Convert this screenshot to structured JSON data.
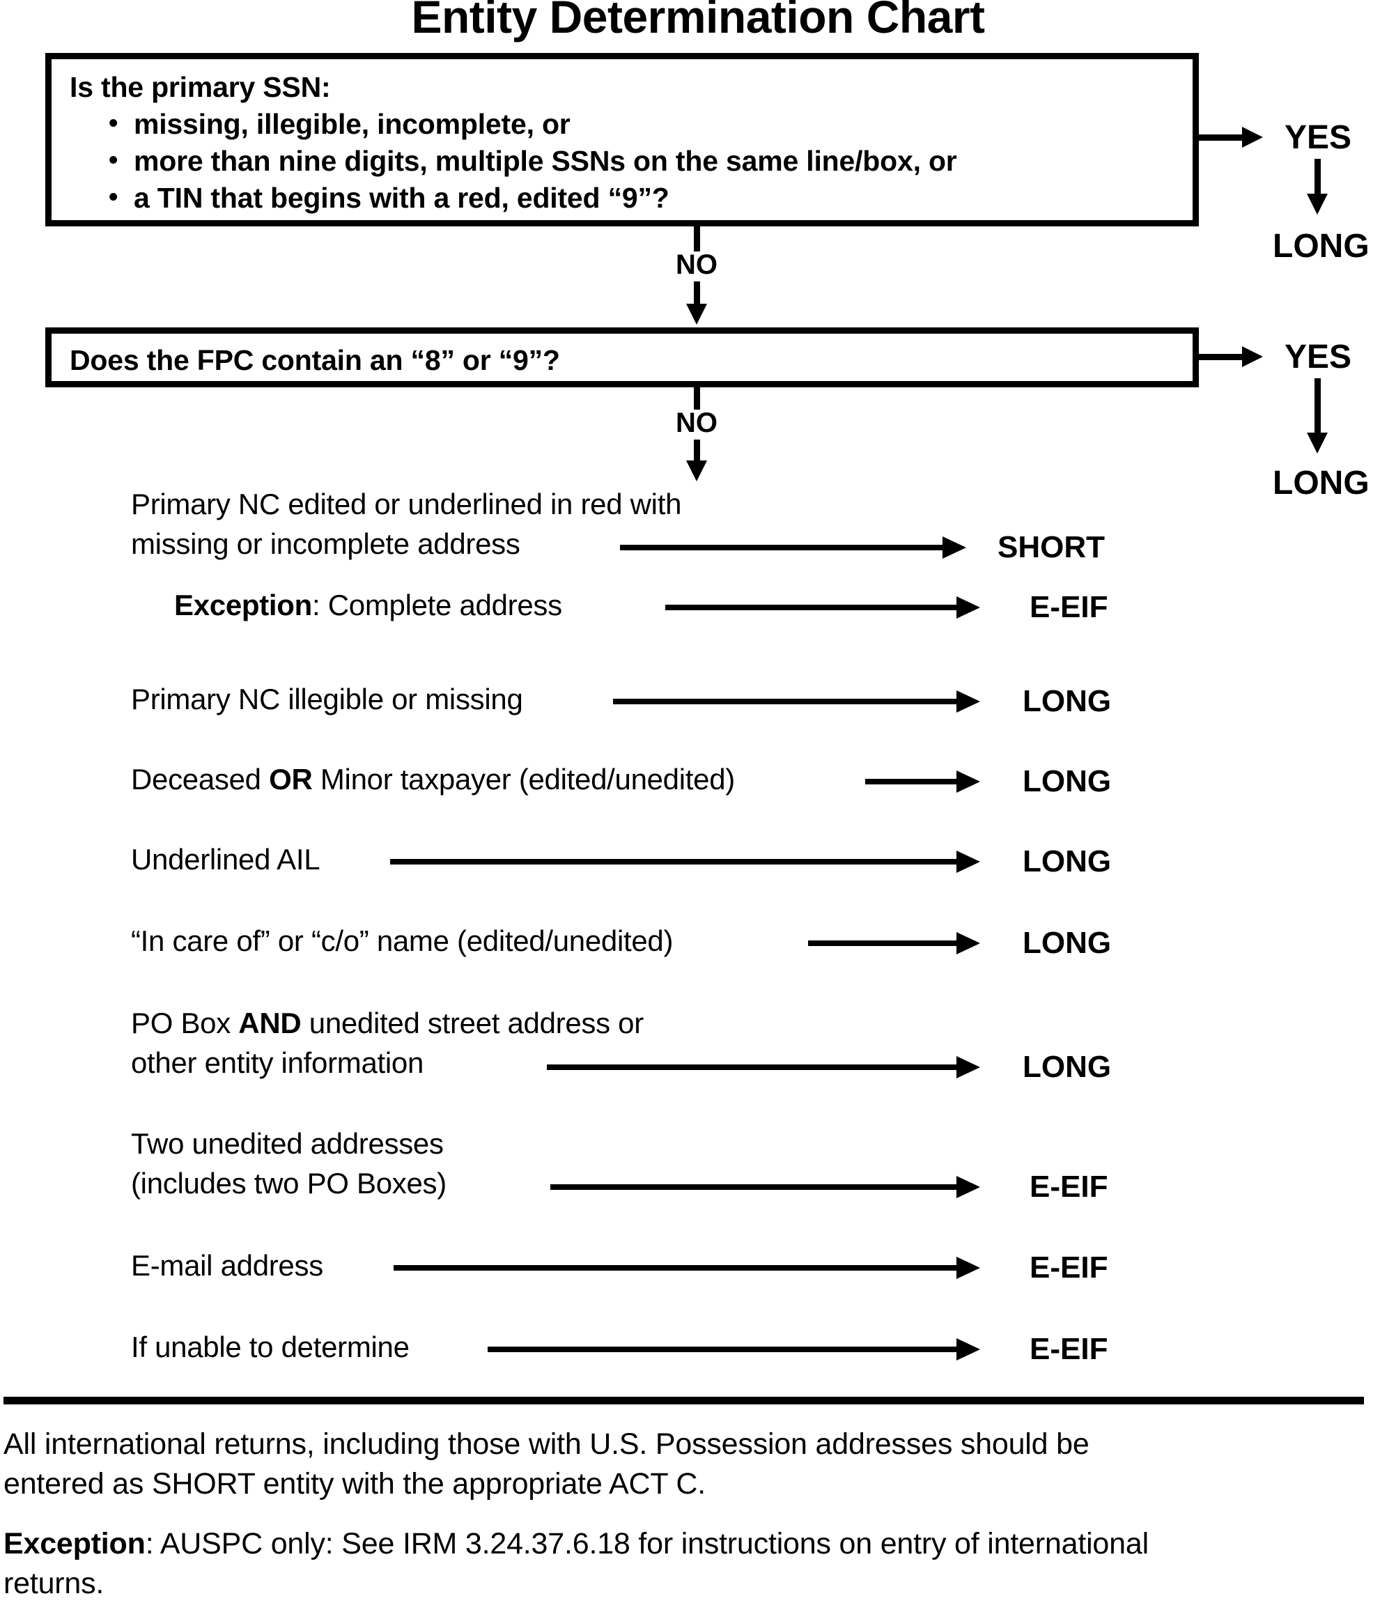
{
  "title": "Entity Determination Chart",
  "decision_boxes": [
    {
      "id": "primary-ssn",
      "heading": "Is the primary SSN:",
      "bullets": [
        "missing, illegible, incomplete, or",
        "more than nine digits, multiple SSNs on the same line/box, or",
        "a TIN that begins with a red, edited “9”?"
      ],
      "yes_label": "YES",
      "yes_result": "LONG",
      "no_label": "NO"
    },
    {
      "id": "fpc-check",
      "heading": "Does the FPC contain an “8” or “9”?",
      "bullets": [],
      "yes_label": "YES",
      "yes_result": "LONG",
      "no_label": "NO"
    }
  ],
  "rules": [
    {
      "lines": [
        "Primary NC edited or underlined in red with",
        "missing or incomplete address"
      ],
      "bold_prefix": "",
      "result": "SHORT"
    },
    {
      "lines": [
        "Exception: Complete address"
      ],
      "bold_prefix": "Exception",
      "result": "E-EIF"
    },
    {
      "lines": [
        "Primary NC illegible or missing"
      ],
      "bold_prefix": "",
      "result": "LONG"
    },
    {
      "lines": [
        "Deceased OR Minor taxpayer (edited/unedited)"
      ],
      "bold_prefix": "OR",
      "result": "LONG"
    },
    {
      "lines": [
        "Underlined AIL"
      ],
      "bold_prefix": "",
      "result": "LONG"
    },
    {
      "lines": [
        "“In care of” or “c/o” name (edited/unedited)"
      ],
      "bold_prefix": "",
      "result": "LONG"
    },
    {
      "lines": [
        "PO Box AND unedited street address or",
        "other entity information"
      ],
      "bold_prefix": "AND",
      "result": "LONG"
    },
    {
      "lines": [
        "Two unedited addresses",
        "(includes two PO Boxes)"
      ],
      "bold_prefix": "",
      "result": "E-EIF"
    },
    {
      "lines": [
        "E-mail address"
      ],
      "bold_prefix": "",
      "result": "E-EIF"
    },
    {
      "lines": [
        "If unable to determine"
      ],
      "bold_prefix": "",
      "result": "E-EIF"
    }
  ],
  "footer": {
    "note_line1": "All international returns, including those with U.S. Possession addresses should be",
    "note_line2": "entered as SHORT entity with the appropriate ACT C.",
    "exception_bold": "Exception",
    "exception_line1": ": AUSPC only: See IRM 3.24.37.6.18 for instructions on entry of international",
    "exception_line2": "returns."
  },
  "colors": {
    "ink": "#000000",
    "paper": "#ffffff"
  }
}
